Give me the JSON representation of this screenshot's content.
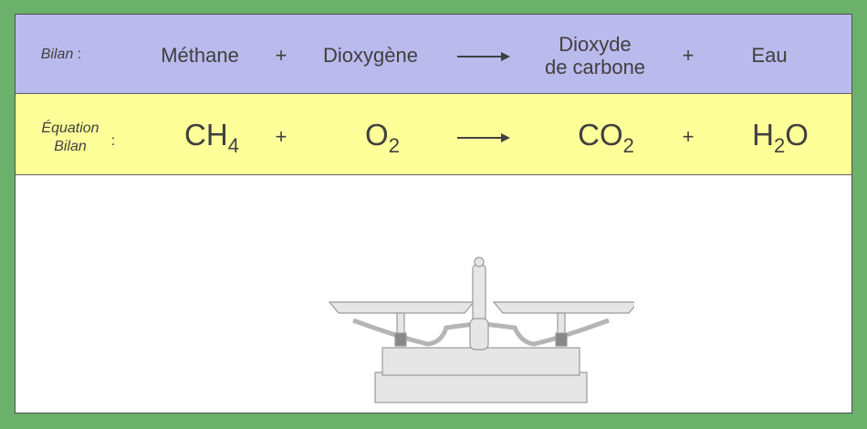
{
  "bilan": {
    "label": "Bilan",
    "colon": ":",
    "reactant1": "Méthane",
    "plus1": "+",
    "reactant2": "Dioxygène",
    "product1_line1": "Dioxyde",
    "product1_line2": "de carbone",
    "plus2": "+",
    "product2": "Eau"
  },
  "equation": {
    "label_line1": "Équation",
    "label_line2": "Bilan",
    "colon": ":",
    "reactant1": {
      "base": "CH",
      "sub": "4"
    },
    "plus1": "+",
    "reactant2": {
      "base": "O",
      "sub": "2"
    },
    "product1": {
      "base": "CO",
      "sub": "2"
    },
    "plus2": "+",
    "product2": {
      "base": "H",
      "sub": "2",
      "tail": "O"
    }
  },
  "colors": {
    "background": "#6bb06b",
    "bilan_row": "#babaed",
    "equation_row": "#ffff99"
  }
}
